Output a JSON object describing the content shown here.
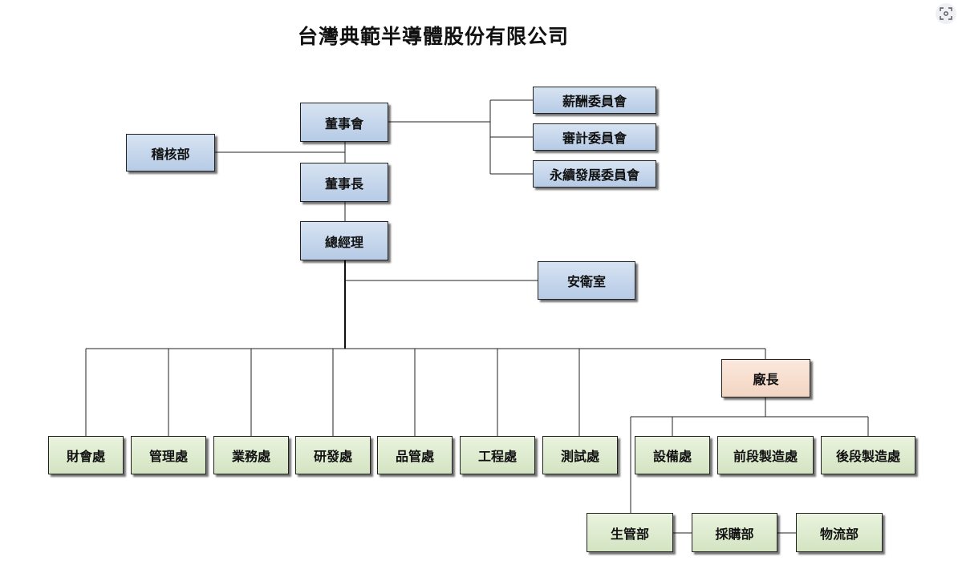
{
  "title": "台灣典範半導體股份有限公司",
  "top": {
    "board": "董事會",
    "chairman": "董事長",
    "audit_dept": "稽核部",
    "gm": "總經理",
    "safety": "安衛室"
  },
  "committees": [
    "薪酬委員會",
    "審計委員會",
    "永續發展委員會"
  ],
  "plant_manager": "廠長",
  "divisions": [
    "財會處",
    "管理處",
    "業務處",
    "研發處",
    "品管處",
    "工程處",
    "測試處"
  ],
  "plant_divisions": [
    "設備處",
    "前段製造處",
    "後段製造處"
  ],
  "plant_departments": [
    "生管部",
    "採購部",
    "物流部"
  ],
  "icons": {
    "corner": "scan-icon"
  }
}
